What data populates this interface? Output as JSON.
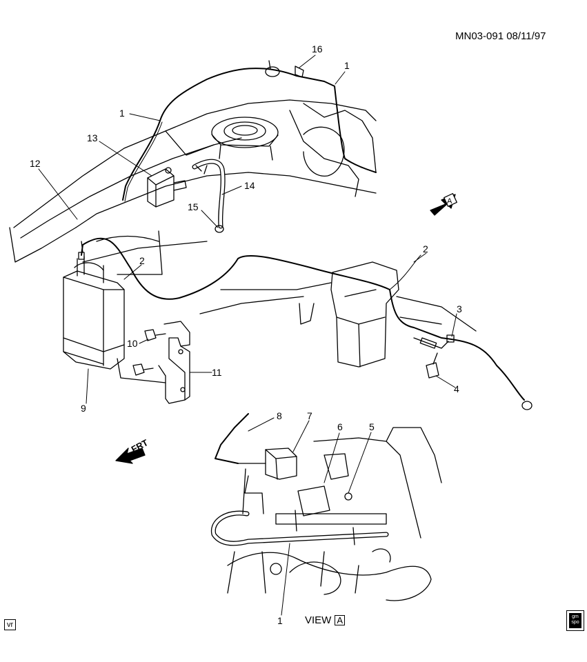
{
  "header": {
    "code": "MN03-091  08/11/97"
  },
  "callouts": [
    "16",
    "1",
    "1",
    "13",
    "12",
    "14",
    "15",
    "2",
    "2",
    "3",
    "4",
    "10",
    "11",
    "9",
    "8",
    "7",
    "6",
    "5",
    "1"
  ],
  "view_label": {
    "text": "VIEW",
    "letter": "A"
  },
  "view_arrow_letter": "A",
  "front_label": "FRT",
  "corner_tag": "vr",
  "logo": {
    "line1": "gm",
    "line2": "spo"
  },
  "colors": {
    "ink": "#000000",
    "paper": "#ffffff"
  }
}
